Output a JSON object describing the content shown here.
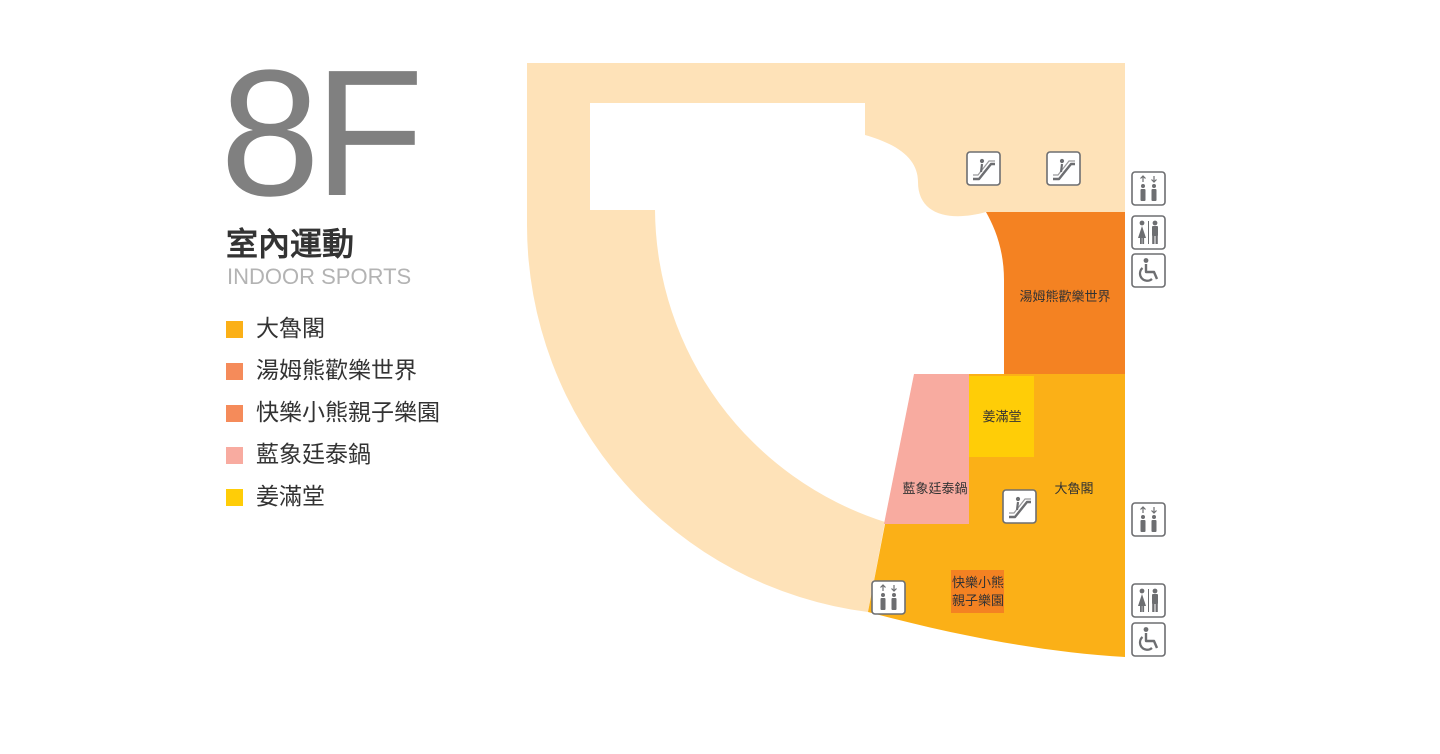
{
  "floor": {
    "number": "8F",
    "category_zh": "室內運動",
    "category_en": "INDOOR SPORTS"
  },
  "legend": [
    {
      "label": "大魯閣",
      "color": "#fbb017"
    },
    {
      "label": "湯姆熊歡樂世界",
      "color": "#f58b5a"
    },
    {
      "label": "快樂小熊親子樂園",
      "color": "#f58b5a"
    },
    {
      "label": "藍象廷泰鍋",
      "color": "#f8aba0"
    },
    {
      "label": "姜滿堂",
      "color": "#ffcd07"
    }
  ],
  "stores": {
    "tomsworld": "湯姆熊歡樂世界",
    "jiangmantang": "姜滿堂",
    "tairoge": "大魯閣",
    "lanxiang": "藍象廷泰鍋",
    "happybear_line1": "快樂小熊",
    "happybear_line2": "親子樂園"
  },
  "colors": {
    "corridor": "#fee2b8",
    "tairoge_zone": "#fbb017",
    "tomsworld_zone": "#f48222",
    "jiangmantang_zone": "#ffcd07",
    "lanxiang_zone": "#f8aba0",
    "happybear_zone": "#f48222",
    "icon": "#6d6e71"
  },
  "icons": [
    "escalator-icon",
    "escalator-icon",
    "elevator-icon",
    "restroom-icon",
    "accessible-icon",
    "escalator-icon",
    "elevator-icon",
    "elevator-icon",
    "restroom-icon",
    "accessible-icon"
  ]
}
